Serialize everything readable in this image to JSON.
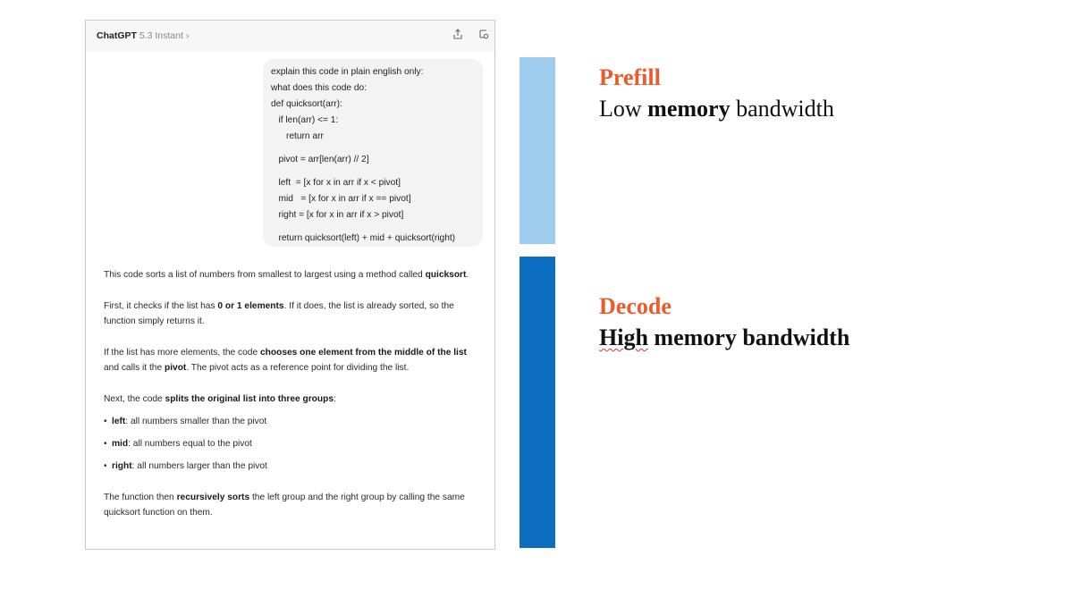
{
  "window": {
    "app_name": "ChatGPT",
    "model": "5.3 Instant",
    "model_chevron": "›",
    "share_icon": "share-icon",
    "new_chat_icon": "new-chat-icon"
  },
  "user_message": {
    "lines": [
      "explain this code in plain english only:",
      "what does this code do:",
      "def quicksort(arr):",
      "   if len(arr) <= 1:",
      "      return arr",
      "   pivot = arr[len(arr) // 2]",
      "   left  = [x for x in arr if x < pivot]",
      "   mid   = [x for x in arr if x == pivot]",
      "   right = [x for x in arr if x > pivot]",
      "   return quicksort(left) + mid + quicksort(right)"
    ]
  },
  "response": {
    "p1": [
      "This code sorts a list of numbers from smallest to largest using a method called ",
      "quicksort",
      "."
    ],
    "p2": [
      "First, it checks if the list has ",
      "0 or 1 elements",
      ". If it does, the list is already sorted, so the function simply returns it."
    ],
    "p3": [
      "If the list has more elements, the code ",
      "chooses one element from the middle of the list",
      " and calls it the ",
      "pivot",
      ". The pivot acts as a reference point for dividing the list."
    ],
    "p4": [
      "Next, the code ",
      "splits the original list into three groups",
      ":"
    ],
    "bullets": [
      [
        "left",
        ": all numbers smaller than the pivot"
      ],
      [
        "mid",
        ": all numbers equal to the pivot"
      ],
      [
        "right",
        ": all numbers larger than the pivot"
      ]
    ],
    "p5": [
      "The function then ",
      "recursively sorts",
      " the left group and the right group by calling the same quicksort function on them."
    ]
  },
  "annotations": {
    "prefill": {
      "title": "Prefill",
      "sub_pre": "Low ",
      "sub_bold": "memory",
      "sub_post": " bandwidth"
    },
    "decode": {
      "title": "Decode",
      "sub_first": "High",
      "sub_rest": " memory bandwidth"
    }
  },
  "colors": {
    "prefill_bar": "#9fcdef",
    "decode_bar": "#0b6cc0",
    "title": "#ee5a2a"
  }
}
